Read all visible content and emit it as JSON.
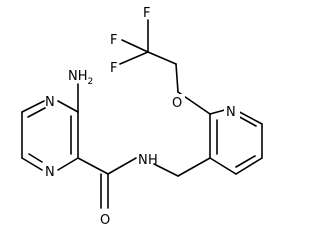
{
  "labels": {
    "f1": "F",
    "f2": "F",
    "f3": "F",
    "o_ether": "O",
    "n_pyridine": "N",
    "nh2": "NH",
    "nh2_sub": "2",
    "n_pyrazine_top": "N",
    "n_pyrazine_bottom": "N",
    "n_amide": "N",
    "h_amide": "H",
    "o_carbonyl": "O"
  }
}
